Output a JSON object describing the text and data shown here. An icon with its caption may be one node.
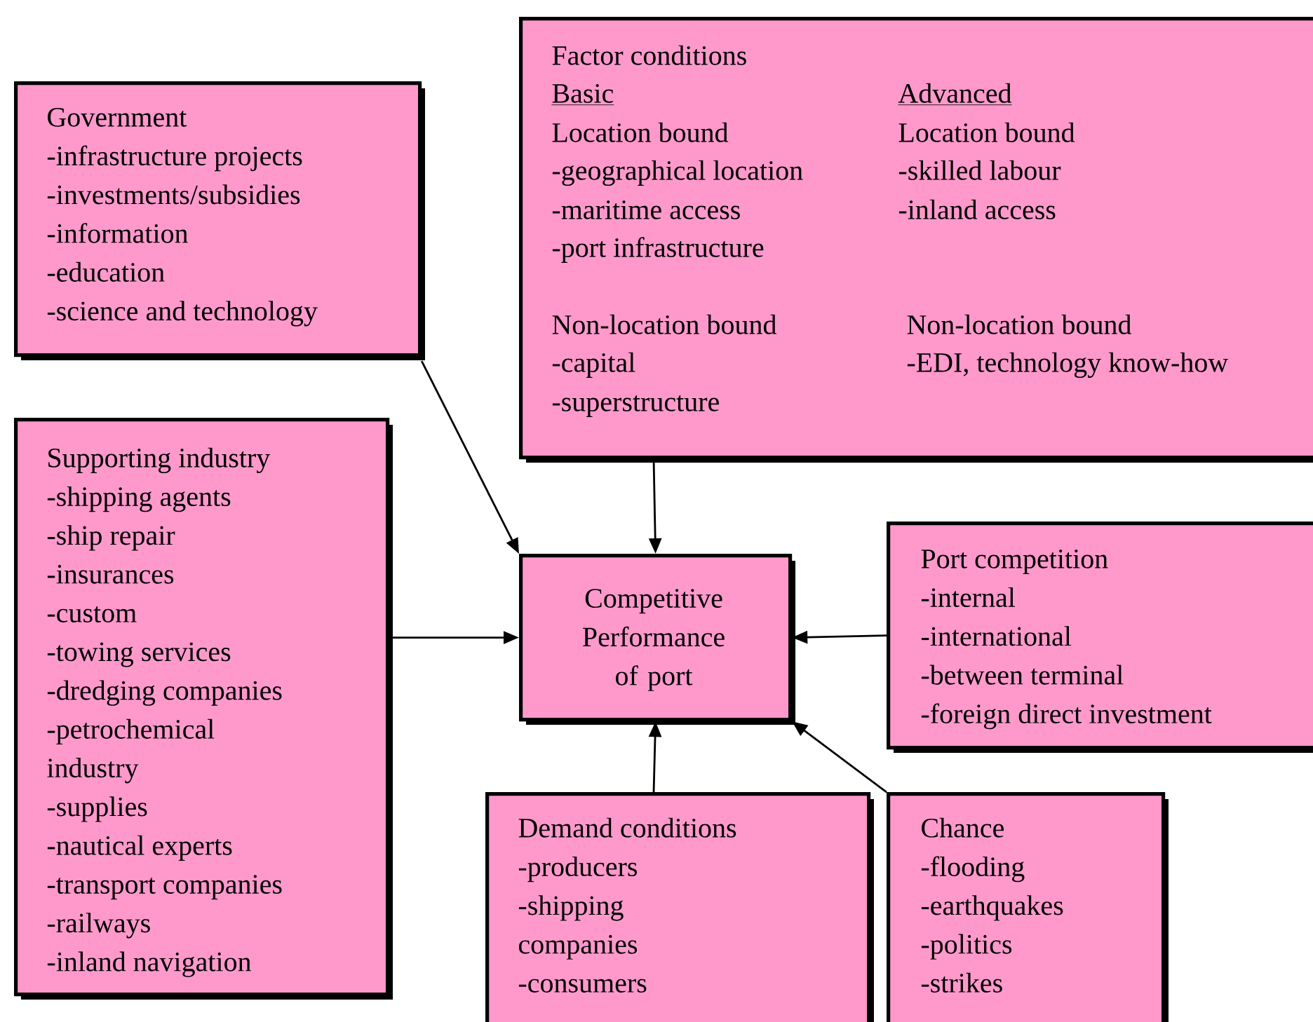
{
  "diagram": {
    "nodes": [
      {
        "text": [
          "Government",
          "-infrastructure projects",
          "-investments/subsidies",
          "-information",
          "-education",
          "-science and technology"
        ]
      },
      {
        "text": [
          "Factor conditions",
          "Basic",
          "Location bound",
          "-geographical location",
          "-maritime access",
          "-port infrastructure",
          "Non-location bound",
          "-capital",
          "-superstructure",
          "Advanced",
          "Location bound",
          "-skilled labour",
          "-inland access",
          "Non-location bound",
          "-EDI, technology know-how"
        ]
      },
      {
        "text": [
          "Supporting industry",
          "-shipping agents",
          "-ship repair",
          "-insurances",
          "-custom",
          "-towing services",
          "-dredging companies",
          "-petrochemical industry",
          "-supplies",
          "-nautical experts",
          "-transport companies",
          "-railways",
          "-inland navigation"
        ]
      },
      {
        "text": [
          "Competitive Performance of port"
        ]
      },
      {
        "text": [
          "Port competition",
          "-internal",
          "-international",
          "-between terminal",
          "-foreign direct investment"
        ]
      },
      {
        "text": [
          "Demand conditions",
          "-producers",
          "-shipping companies",
          "-consumers"
        ]
      },
      {
        "text": [
          "Chance",
          "-flooding",
          "-earthquakes",
          "-politics",
          "-strikes"
        ]
      }
    ],
    "edges": [
      {
        "from": 0,
        "to": 3,
        "arrow": "to"
      },
      {
        "from": 1,
        "to": 3,
        "arrow": "to"
      },
      {
        "from": 2,
        "to": 3,
        "arrow": "to"
      },
      {
        "from": 4,
        "to": 3,
        "arrow": "to"
      },
      {
        "from": 5,
        "to": 3,
        "arrow": "to"
      },
      {
        "from": 6,
        "to": 3,
        "arrow": "to"
      }
    ]
  }
}
